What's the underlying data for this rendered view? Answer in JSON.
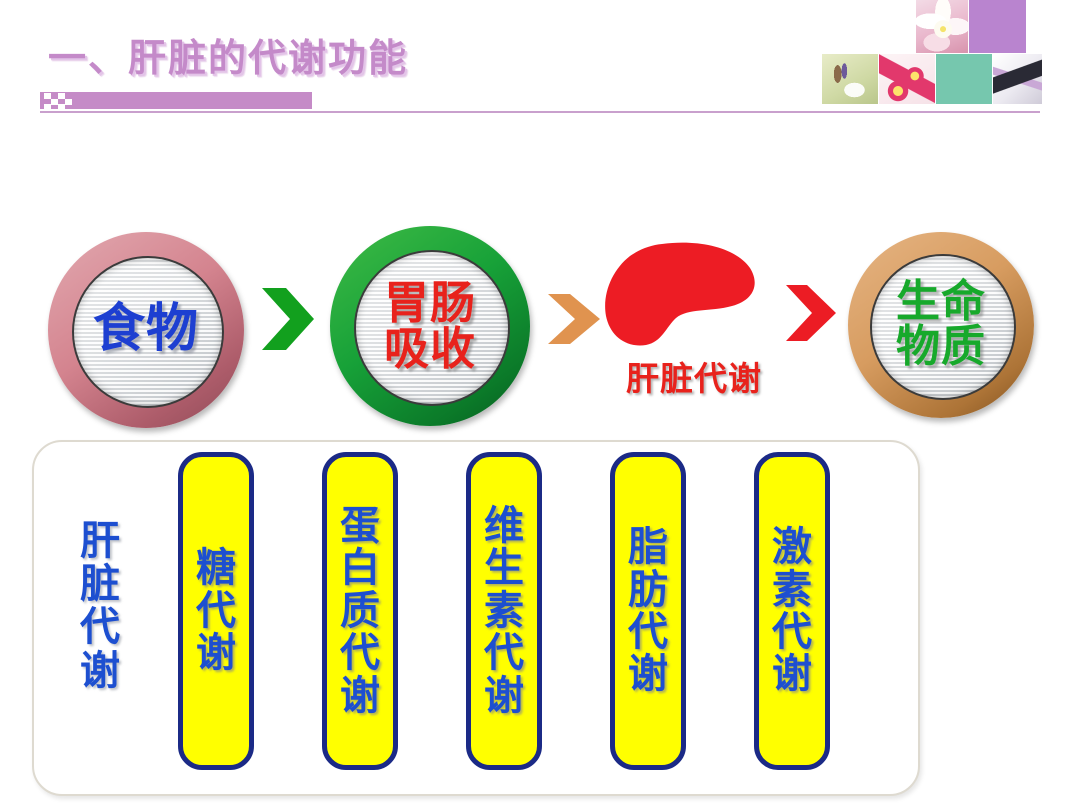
{
  "slide": {
    "title": "一、肝脏的代谢功能",
    "background_color": "#ffffff",
    "title_color": "#c48ac9",
    "accent_bar_color": "#c58bc7"
  },
  "collage": {
    "tiles": [
      {
        "name": "flower-photo",
        "color": "#e9b7cc"
      },
      {
        "name": "purple-block",
        "color": "#b984cf"
      },
      {
        "name": "lab-glassware-photo",
        "color": "#cfd9a4"
      },
      {
        "name": "lipstick-photo",
        "color": "#e2386c"
      },
      {
        "name": "teal-block",
        "color": "#76c7ae"
      },
      {
        "name": "compact-case-photo",
        "color": "#cfcbd8"
      }
    ]
  },
  "flow": {
    "nodes": [
      {
        "id": "food",
        "label": "食物",
        "ring_color": "#ad5c6a",
        "text_color": "#1d3fd1"
      },
      {
        "id": "absorb",
        "label": "胃肠\n吸收",
        "ring_color": "#0b7a29",
        "text_color": "#e8221c"
      },
      {
        "id": "liver",
        "label": "肝脏代谢",
        "shape_color": "#ed1c24",
        "text_color": "#e8221c"
      },
      {
        "id": "life",
        "label": "生命\n物质",
        "ring_color": "#ad7437",
        "text_color": "#17a92b"
      }
    ],
    "arrows": [
      {
        "id": "arrow-1",
        "color": "#12a01e"
      },
      {
        "id": "arrow-2",
        "color": "#e0934f"
      },
      {
        "id": "arrow-3",
        "color": "#ec1c24"
      }
    ]
  },
  "metabolism_panel": {
    "side_label": "肝脏代谢",
    "side_label_chars": [
      "肝",
      "脏",
      "代",
      "谢"
    ],
    "pill_fill": "#ffff00",
    "pill_border": "#1b2a86",
    "pill_text_color": "#1d4fd0",
    "items": [
      {
        "label": "糖代谢",
        "chars": [
          "糖",
          "代",
          "谢"
        ]
      },
      {
        "label": "蛋白质代谢",
        "chars": [
          "蛋",
          "白",
          "质",
          "代",
          "谢"
        ]
      },
      {
        "label": "维生素代谢",
        "chars": [
          "维",
          "生",
          "素",
          "代",
          "谢"
        ]
      },
      {
        "label": "脂肪代谢",
        "chars": [
          "脂",
          "肪",
          "代",
          "谢"
        ]
      },
      {
        "label": "激素代谢",
        "chars": [
          "激",
          "素",
          "代",
          "谢"
        ]
      }
    ]
  }
}
